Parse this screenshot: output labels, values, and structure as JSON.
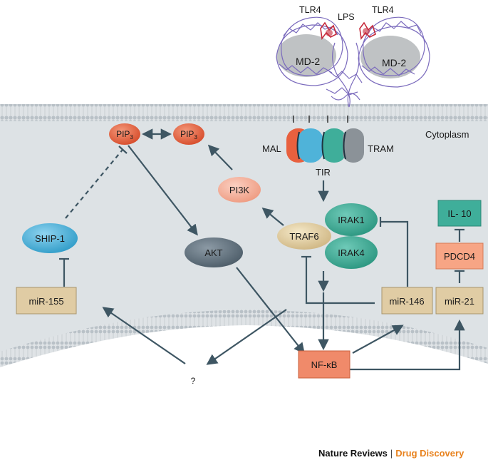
{
  "receptor": {
    "left_label": "TLR4",
    "right_label": "TLR4",
    "ligand_label": "LPS",
    "coreceptor_left": "MD-2",
    "coreceptor_right": "MD-2"
  },
  "compartment_label": "Cytoplasm",
  "adaptors": {
    "left": "MAL",
    "right": "TRAM",
    "domain": "TIR"
  },
  "nodes": {
    "pip3_a": "PIP",
    "pip3_b": "PIP",
    "pip3_subscript": "3",
    "pi3k": "PI3K",
    "traf6": "TRAF6",
    "irak1": "IRAK1",
    "irak4": "IRAK4",
    "ship1": "SHIP-1",
    "akt": "AKT",
    "mir155": "miR-155",
    "mir146": "miR-146",
    "mir21": "miR-21",
    "pdcd4": "PDCD4",
    "il10": "IL- 10",
    "nfkb": "NF-κB",
    "unknown": "?"
  },
  "footer": {
    "journal": "Nature Reviews",
    "separator": "|",
    "section": "Drug Discovery"
  },
  "colors": {
    "cytoplasm": "#dde2e5",
    "membrane": "#c5ccd1",
    "arrow": "#3e5663",
    "pip3": "#e8603e",
    "pi3k": "#f6b39f",
    "traf6": "#e6d3a9",
    "irak": "#3fae9a",
    "ship1": "#4fb3d9",
    "akt": "#5d6e7b",
    "mirna_box": "#e0cca4",
    "pdcd4": "#f7a585",
    "il10": "#3fae9a",
    "nfkb": "#f08a6a",
    "receptor": "#7b6bbd",
    "lps": "#c62a3a",
    "accent_footer": "#e8821e"
  }
}
